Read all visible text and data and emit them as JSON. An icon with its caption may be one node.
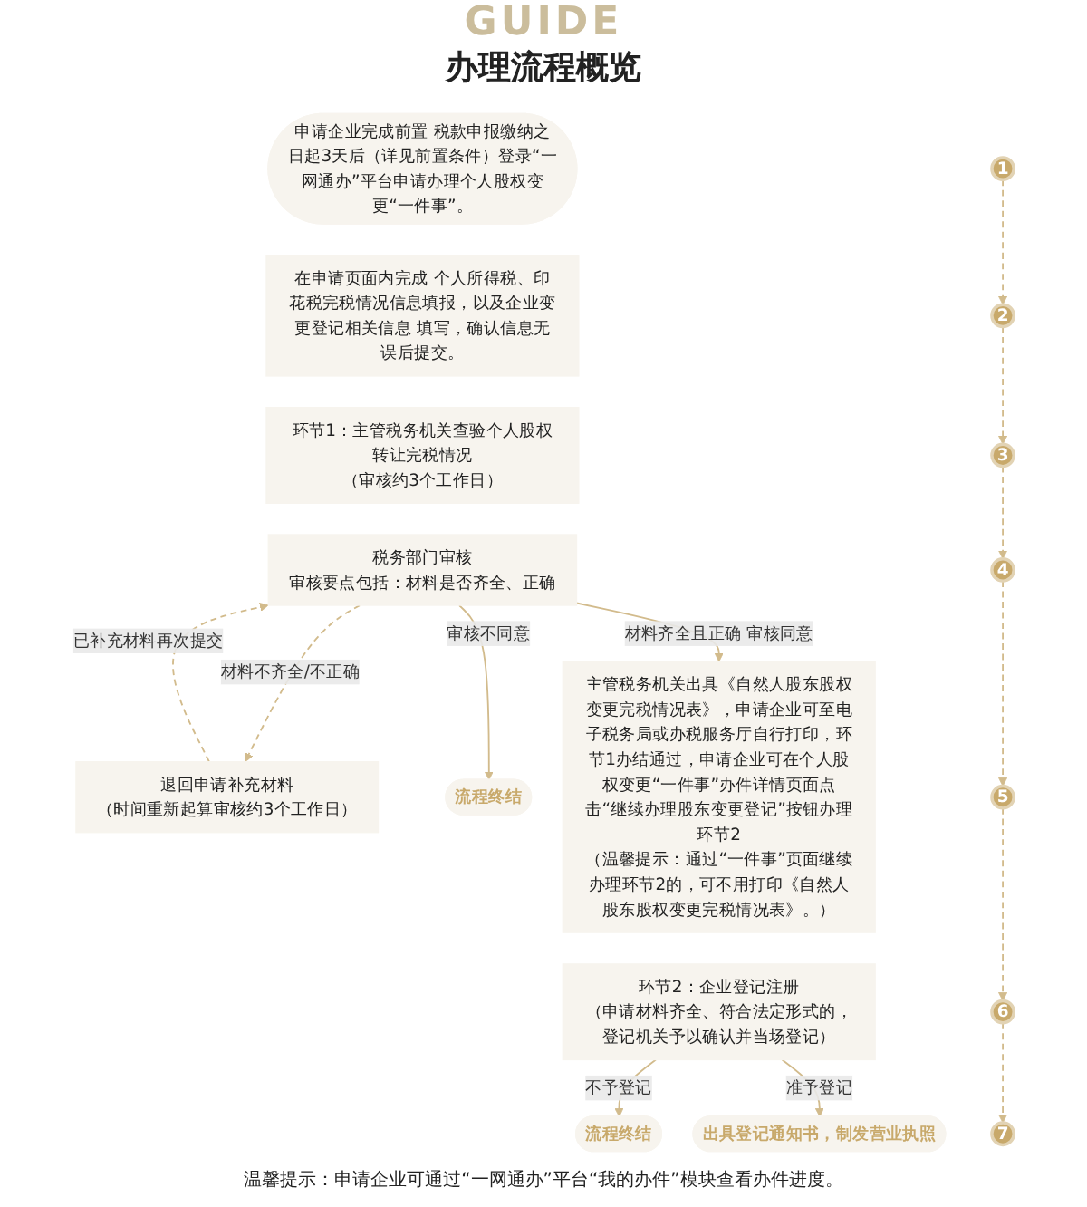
{
  "diagram": {
    "title": "办理流程概览",
    "nodes": [
      {
        "text": [
          "1"
        ]
      },
      {
        "text": [
          "申请企业完成前置 税款申报缴纳之日起3天后（详见前置条件）登录“一网通办”平台申请办理个人股权变更“一件事”。"
        ]
      },
      {
        "text": [
          "2"
        ]
      },
      {
        "text": [
          "在申请页面内完成 个人所得税、印花税完税情况信息填报，以及企业变更登记相关信息 填写，确认信息无误后提交。"
        ]
      },
      {
        "text": [
          "3"
        ]
      },
      {
        "text": [
          "环节1：主管税务机关查验个人股权转让完税情况",
          "（审核约3个工作日）"
        ]
      },
      {
        "text": [
          "退回申请补充材料",
          "（时间重新起算审核约3个工作日）"
        ]
      },
      {
        "text": [
          "4"
        ]
      },
      {
        "text": [
          "税务部门审核",
          "审核要点包括：材料是否齐全、正确"
        ]
      },
      {
        "text": [
          "流程终结"
        ]
      },
      {
        "text": [
          "5"
        ]
      },
      {
        "text": [
          "主管税务机关出具《自然人股东股权变更完税情况表》，申请企业可至电子税务局或办税服务厅自行打印，环节1办结通过，申请企业可在个人股权变更“一件事”办件详情页面点击“继续办理股东变更登记”按钮办理环节2",
          "（温馨提示：通过“一件事”页面继续办理环节2的，可不用打印《自然人股东股权变更完税情况表》。）"
        ]
      },
      {
        "text": [
          "6"
        ]
      },
      {
        "text": [
          "环节2：企业登记注册",
          "（申请材料齐全、符合法定形式的，登记机关予以确认并当场登记）"
        ]
      },
      {
        "text": [
          "流程终结"
        ]
      },
      {
        "text": [
          "7"
        ]
      },
      {
        "text": [
          "出具登记通知书，制发营业执照"
        ]
      }
    ],
    "edges": [
      {
        "from": 0,
        "to": 2,
        "arrow": "to",
        "style": "dashed"
      },
      {
        "from": 2,
        "to": 4,
        "arrow": "to",
        "style": "dashed"
      },
      {
        "from": 4,
        "to": 7,
        "arrow": "to",
        "style": "dashed"
      },
      {
        "from": 7,
        "to": 10,
        "arrow": "to",
        "style": "dashed"
      },
      {
        "from": 10,
        "to": 12,
        "arrow": "to",
        "style": "dashed"
      },
      {
        "from": 12,
        "to": 15,
        "arrow": "to",
        "style": "dashed"
      },
      {
        "from": 8,
        "to": 6,
        "arrow": "to",
        "style": "dashed",
        "label": "材料不齐全/不正确"
      },
      {
        "from": 6,
        "to": 8,
        "arrow": "to",
        "style": "dashed",
        "label": "已补充材料再次提交"
      },
      {
        "from": 8,
        "to": 9,
        "arrow": "to",
        "label": "审核不同意"
      },
      {
        "from": 8,
        "to": 11,
        "arrow": "to",
        "label": "材料齐全且正确 审核同意"
      },
      {
        "from": 13,
        "to": 14,
        "arrow": "to",
        "label": "不予登记"
      },
      {
        "from": 13,
        "to": 16,
        "arrow": "to",
        "label": "准予登记"
      }
    ],
    "labels": [
      "GUIDE",
      "温馨提示：申请企业可通过“一网通办”平台“我的办件”模块查看办件进度。"
    ]
  }
}
